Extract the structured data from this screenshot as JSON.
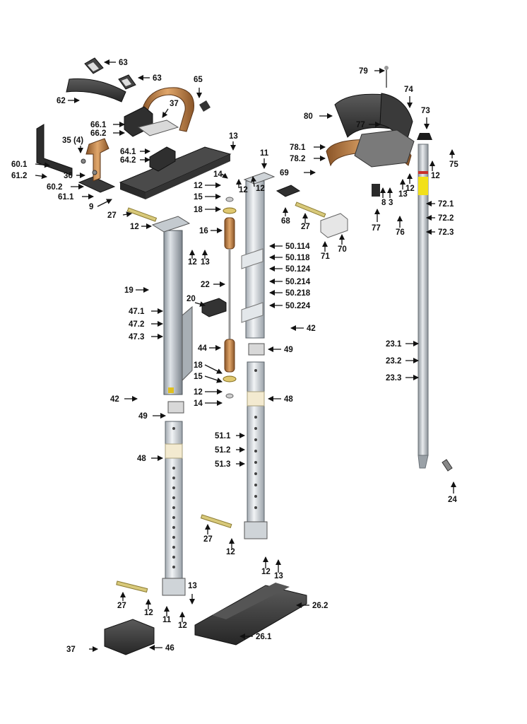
{
  "diagram": {
    "labels": [
      "63",
      "63",
      "62",
      "65",
      "37",
      "66.1",
      "66.2",
      "35 (4)",
      "60.1",
      "61.2",
      "36",
      "60.2",
      "61.1",
      "64.1",
      "64.2",
      "9",
      "27",
      "12",
      "13",
      "14",
      "12",
      "12",
      "15",
      "18",
      "16",
      "11",
      "12",
      "69",
      "68",
      "27",
      "71",
      "70",
      "12",
      "13",
      "50.114",
      "50.118",
      "50.124",
      "50.214",
      "50.218",
      "50.224",
      "19",
      "22",
      "20",
      "47.1",
      "47.2",
      "47.3",
      "42",
      "49",
      "44",
      "42",
      "49",
      "18",
      "15",
      "12",
      "14",
      "48",
      "48",
      "51.1",
      "51.2",
      "51.3",
      "27",
      "12",
      "12",
      "13",
      "26.2",
      "26.1",
      "27",
      "12",
      "11",
      "13",
      "12",
      "37",
      "46",
      "79",
      "74",
      "80",
      "73",
      "77",
      "78.1",
      "78.2",
      "75",
      "12",
      "13",
      "12",
      "8",
      "3",
      "72.1",
      "72.2",
      "72.3",
      "77",
      "76",
      "23.1",
      "23.2",
      "23.3",
      "24"
    ]
  },
  "colors": {
    "leg_steel": "#b9c0c7",
    "leg_shadow": "#7c848c",
    "pad_dark": "#3a3a3a",
    "strap_orange": "#b0713a",
    "pole_yellow": "#f2e01a",
    "pole_red": "#c8302a",
    "spring_copper": "#c98a4a"
  }
}
